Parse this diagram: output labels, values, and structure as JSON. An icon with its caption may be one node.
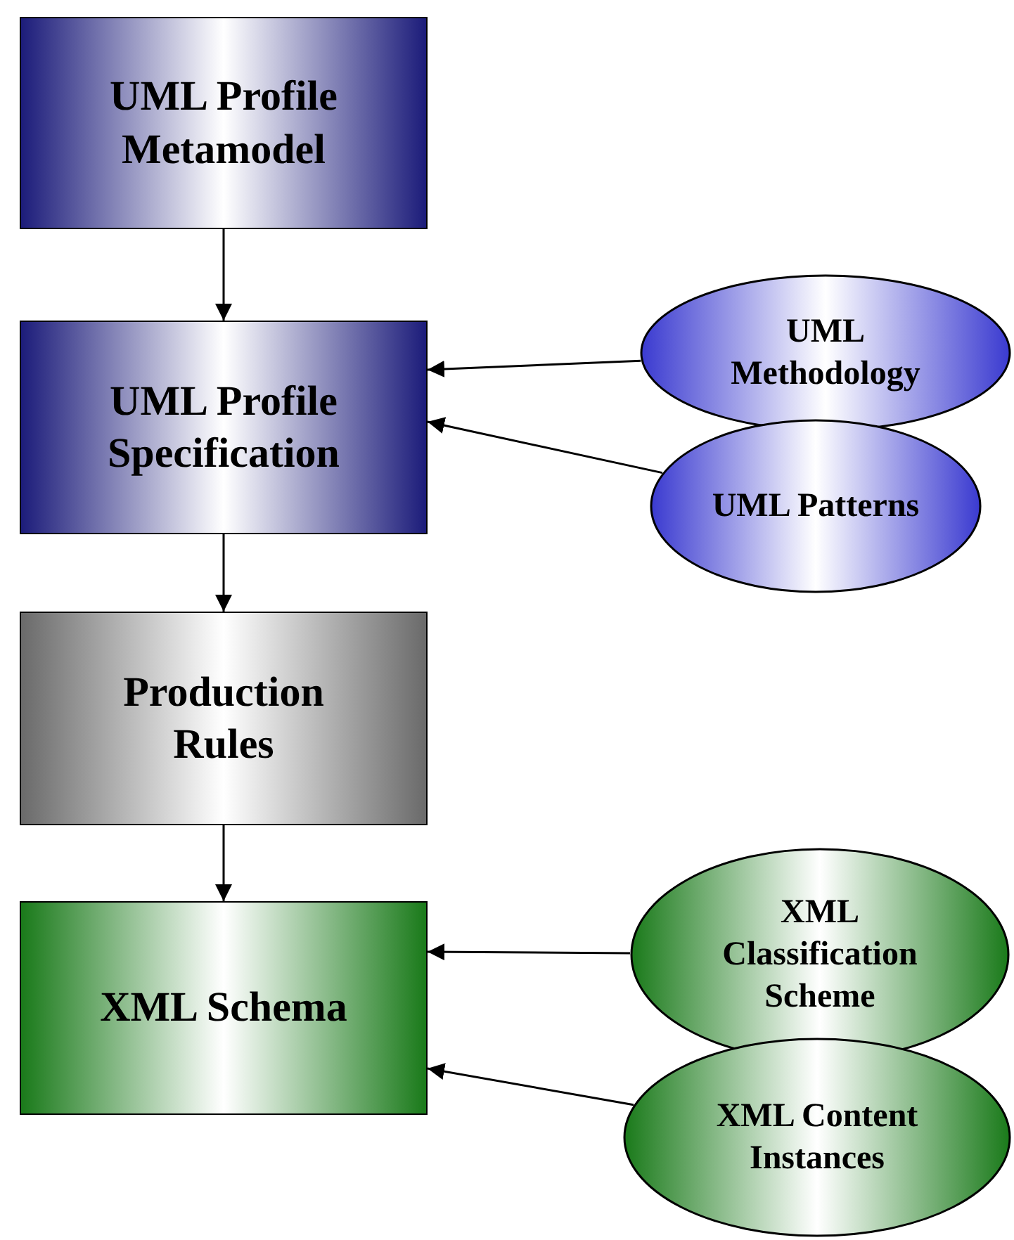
{
  "diagram": {
    "nodes": [
      {
        "text": [
          "UML Profile Metamodel"
        ]
      },
      {
        "text": [
          "UML Profile Specification"
        ]
      },
      {
        "text": [
          "UML Methodology"
        ]
      },
      {
        "text": [
          "UML Patterns"
        ]
      },
      {
        "text": [
          "Production Rules"
        ]
      },
      {
        "text": [
          "XML Schema"
        ]
      },
      {
        "text": [
          "XML Classification Scheme"
        ]
      },
      {
        "text": [
          "XML Content Instances"
        ]
      }
    ],
    "edges": [
      {
        "from": 0,
        "to": 1,
        "arrow": "to"
      },
      {
        "from": 2,
        "to": 1,
        "arrow": "to"
      },
      {
        "from": 3,
        "to": 1,
        "arrow": "to"
      },
      {
        "from": 1,
        "to": 4,
        "arrow": "to"
      },
      {
        "from": 4,
        "to": 5,
        "arrow": "to"
      },
      {
        "from": 6,
        "to": 5,
        "arrow": "to"
      },
      {
        "from": 7,
        "to": 5,
        "arrow": "to"
      }
    ]
  }
}
